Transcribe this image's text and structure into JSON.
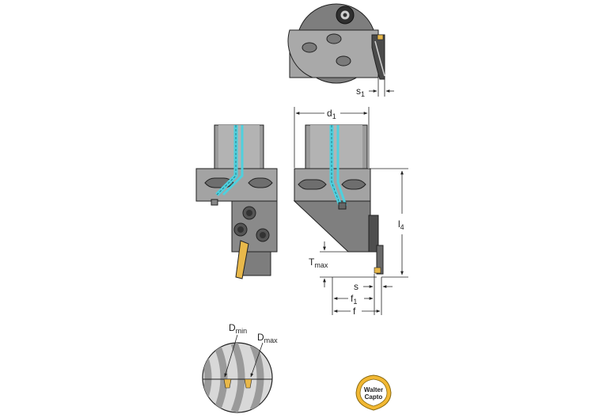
{
  "labels": {
    "s1": {
      "main": "s",
      "sub": "1"
    },
    "d1": {
      "main": "d",
      "sub": "1"
    },
    "l4": {
      "main": "l",
      "sub": "4"
    },
    "tmax": {
      "main": "T",
      "sub": "max"
    },
    "s": "s",
    "f1": {
      "main": "f",
      "sub": "1"
    },
    "f": "f",
    "dmin": {
      "main": "D",
      "sub": "min"
    },
    "dmax": {
      "main": "D",
      "sub": "max"
    }
  },
  "logo": {
    "line1": "Walter",
    "line2": "Capto"
  },
  "colors": {
    "body_dark": "#676767",
    "body_mid": "#8a8a8a",
    "body_light": "#b9b9b9",
    "coolant": "#4fd0de",
    "insert": "#e8b84a",
    "line": "#222222",
    "logo_fill": "#f2b833"
  }
}
